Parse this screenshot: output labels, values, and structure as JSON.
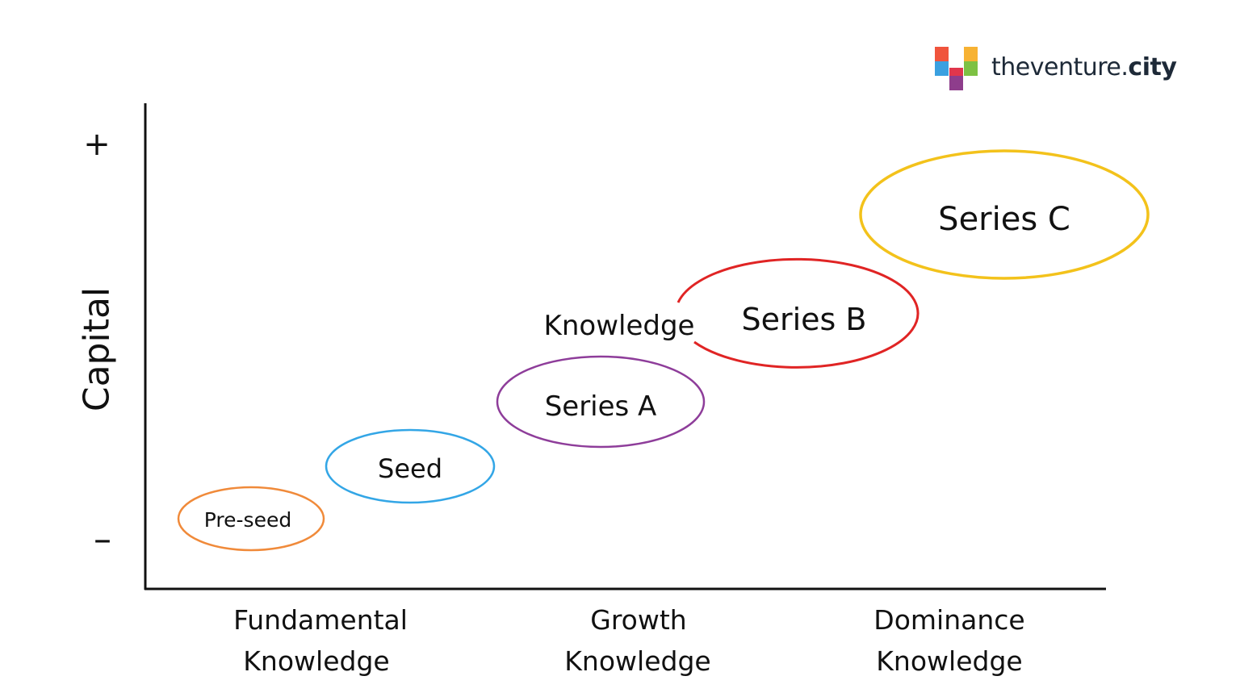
{
  "brand": {
    "name_regular": "theventure.",
    "name_bold": "city",
    "mark_colors": [
      "#f0543c",
      "#f7b233",
      "#3aa0e0",
      "#7dc143",
      "#8e3d8c",
      "#e0364c"
    ]
  },
  "axes": {
    "y_label": "Capital",
    "y_top_marker": "+",
    "y_bottom_marker": "–",
    "x_categories": [
      {
        "line1": "Fundamental",
        "line2": "Knowledge"
      },
      {
        "line1": "Growth",
        "line2": "Knowledge"
      },
      {
        "line1": "Dominance",
        "line2": "Knowledge"
      }
    ],
    "stray_label": "Knowledge"
  },
  "stages": [
    {
      "label": "Pre-seed",
      "color": "#f08a3a"
    },
    {
      "label": "Seed",
      "color": "#33a6e6"
    },
    {
      "label": "Series A",
      "color": "#8e3d9a"
    },
    {
      "label": "Series B",
      "color": "#e02424"
    },
    {
      "label": "Series C",
      "color": "#f3c21b"
    }
  ]
}
